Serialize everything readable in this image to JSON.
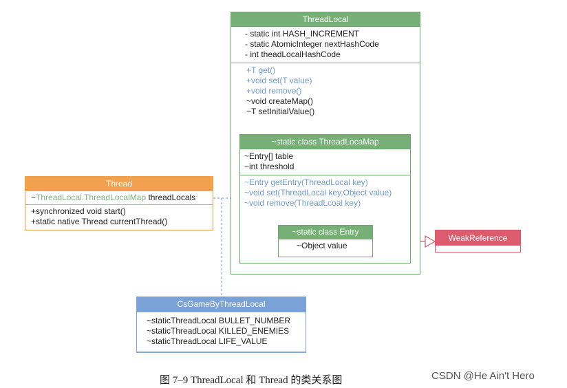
{
  "threadlocal": {
    "title": "ThreadLocal",
    "fields": [
      "- static int HASH_INCREMENT",
      "- static AtomicInteger nextHashCode",
      "- int theadLocalHashCode"
    ],
    "methods_public": [
      "+T get()",
      "+void set(T value)",
      "+void remove()"
    ],
    "methods_other": [
      "~void createMap()",
      "~T setInitialValue()"
    ]
  },
  "threadlocalmap": {
    "title": "~static class ThreadLocaMap",
    "fields": [
      "~Entry[]  table",
      "~int threshold"
    ],
    "methods": [
      "~Entry getEntry(ThreadLocal key)",
      "~void set(ThreadLocal key,Object value)",
      "~void remove(ThreadLcoal key)"
    ]
  },
  "entry": {
    "title": "~static class Entry",
    "fields": [
      "~Object value"
    ]
  },
  "thread": {
    "title": "Thread",
    "field_prefix": "~",
    "field_type": "ThreadLocal.ThreadLocalMap",
    "field_name": " threadLocals",
    "methods": [
      "+synchronized void start()",
      "+static native Thread currentThread()"
    ]
  },
  "weakreference": {
    "title": "WeakReference"
  },
  "csgame": {
    "title": "CsGameByThreadLocal",
    "fields": [
      "~staticThreadLocal BULLET_NUMBER",
      "~staticThreadLocal KILLED_ENEMIES",
      "~staticThreadLocal LIFE_VALUE"
    ]
  },
  "caption": "图 7–9     ThreadLocal 和 Thread 的类关系图",
  "watermark": "CSDN @He Ain't Hero",
  "colors": {
    "green": "#6aa76a",
    "orange": "#f0a04b",
    "blue": "#6f9ad0",
    "red": "#d9596b"
  }
}
